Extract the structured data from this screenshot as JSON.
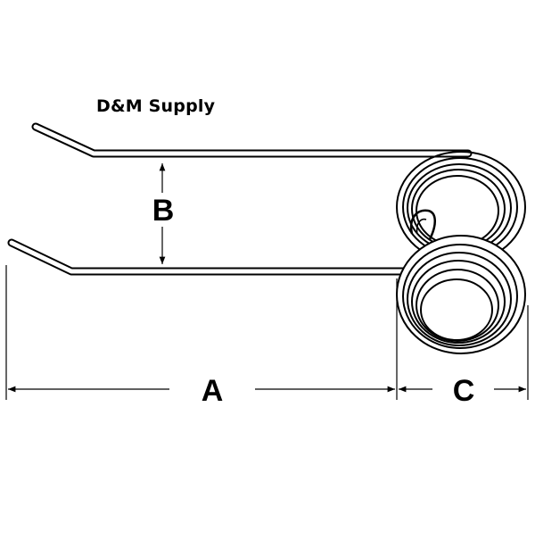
{
  "brand": {
    "name": "D&M Supply"
  },
  "dimensions": {
    "a": "A",
    "b": "B",
    "c": "C"
  },
  "colors": {
    "line": "#000000",
    "background": "#ffffff"
  }
}
